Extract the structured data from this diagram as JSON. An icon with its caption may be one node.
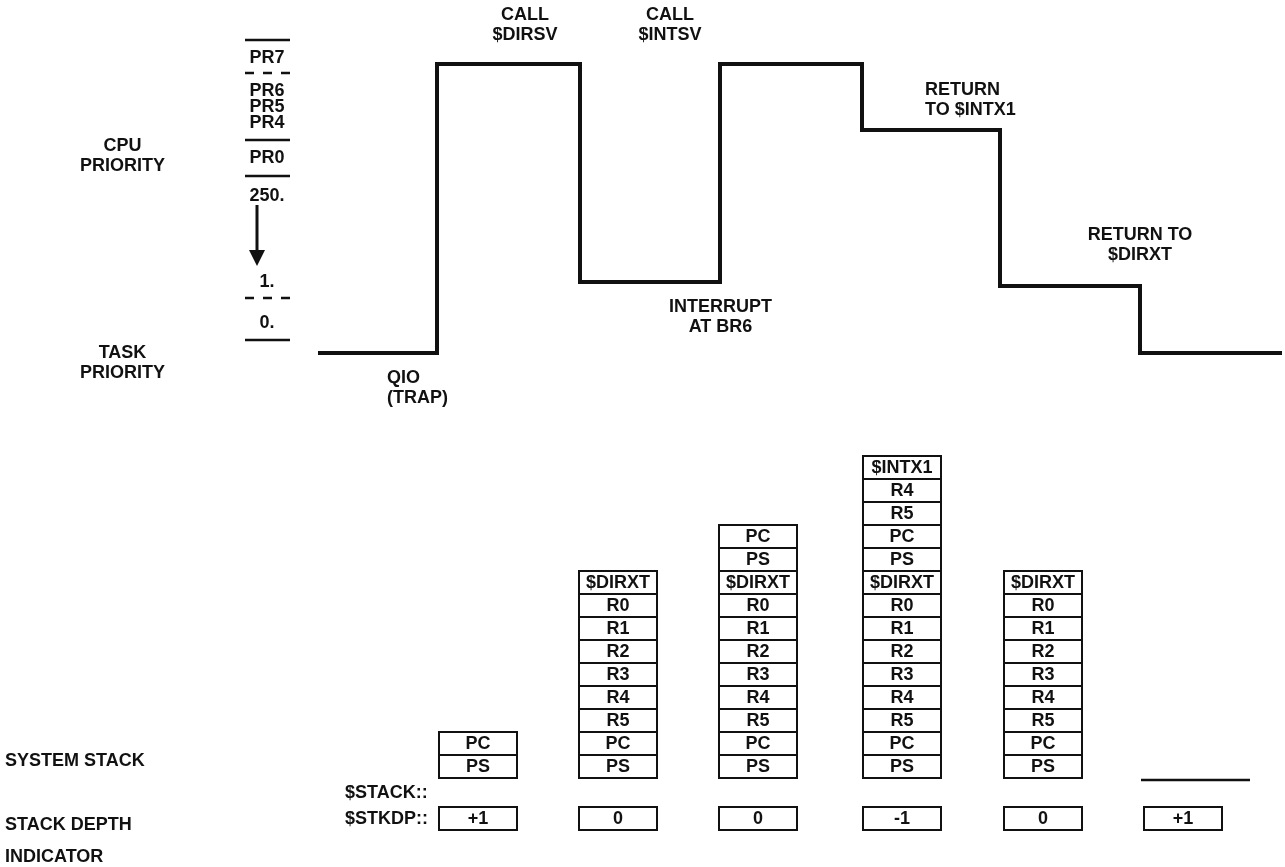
{
  "diagram": {
    "nodes": [
      {
        "text": [
          "PC"
        ]
      },
      {
        "text": [
          "PS"
        ]
      },
      {
        "text": [
          "$DIRXT"
        ]
      },
      {
        "text": [
          "R0"
        ]
      },
      {
        "text": [
          "R1"
        ]
      },
      {
        "text": [
          "R2"
        ]
      },
      {
        "text": [
          "R3"
        ]
      },
      {
        "text": [
          "R4"
        ]
      },
      {
        "text": [
          "R5"
        ]
      },
      {
        "text": [
          "PC"
        ]
      },
      {
        "text": [
          "PS"
        ]
      },
      {
        "text": [
          "PC"
        ]
      },
      {
        "text": [
          "PS"
        ]
      },
      {
        "text": [
          "$DIRXT"
        ]
      },
      {
        "text": [
          "R0"
        ]
      },
      {
        "text": [
          "R1"
        ]
      },
      {
        "text": [
          "R2"
        ]
      },
      {
        "text": [
          "R3"
        ]
      },
      {
        "text": [
          "R4"
        ]
      },
      {
        "text": [
          "R5"
        ]
      },
      {
        "text": [
          "PC"
        ]
      },
      {
        "text": [
          "PS"
        ]
      },
      {
        "text": [
          "$INTX1"
        ]
      },
      {
        "text": [
          "R4"
        ]
      },
      {
        "text": [
          "R5"
        ]
      },
      {
        "text": [
          "PC"
        ]
      },
      {
        "text": [
          "PS"
        ]
      },
      {
        "text": [
          "$DIRXT"
        ]
      },
      {
        "text": [
          "R0"
        ]
      },
      {
        "text": [
          "R1"
        ]
      },
      {
        "text": [
          "R2"
        ]
      },
      {
        "text": [
          "R3"
        ]
      },
      {
        "text": [
          "R4"
        ]
      },
      {
        "text": [
          "R5"
        ]
      },
      {
        "text": [
          "PC"
        ]
      },
      {
        "text": [
          "PS"
        ]
      },
      {
        "text": [
          "$DIRXT"
        ]
      },
      {
        "text": [
          "R0"
        ]
      },
      {
        "text": [
          "R1"
        ]
      },
      {
        "text": [
          "R2"
        ]
      },
      {
        "text": [
          "R3"
        ]
      },
      {
        "text": [
          "R4"
        ]
      },
      {
        "text": [
          "R5"
        ]
      },
      {
        "text": [
          "PC"
        ]
      },
      {
        "text": [
          "PS"
        ]
      },
      {
        "text": [
          "+1"
        ]
      },
      {
        "text": [
          "0"
        ]
      },
      {
        "text": [
          "0"
        ]
      },
      {
        "text": [
          "-1"
        ]
      },
      {
        "text": [
          "0"
        ]
      },
      {
        "text": [
          "+1"
        ]
      }
    ],
    "edges": [],
    "labels": [
      "CALL $DIRSV",
      "CALL $INTSV",
      "PR7",
      "RETURN TO $INTX1",
      "PR6",
      "PR5",
      "PR4",
      "CPU PRIORITY",
      "PR0",
      "RETURN TO $DIRXT",
      "250.",
      "INTERRUPT AT BR6",
      "TASK PRIORITY",
      "QIO (TRAP)",
      "1.",
      "0.",
      "SYSTEM STACK",
      "$STACK::",
      "STACK DEPTH INDICATOR",
      "$STKDP::"
    ]
  }
}
